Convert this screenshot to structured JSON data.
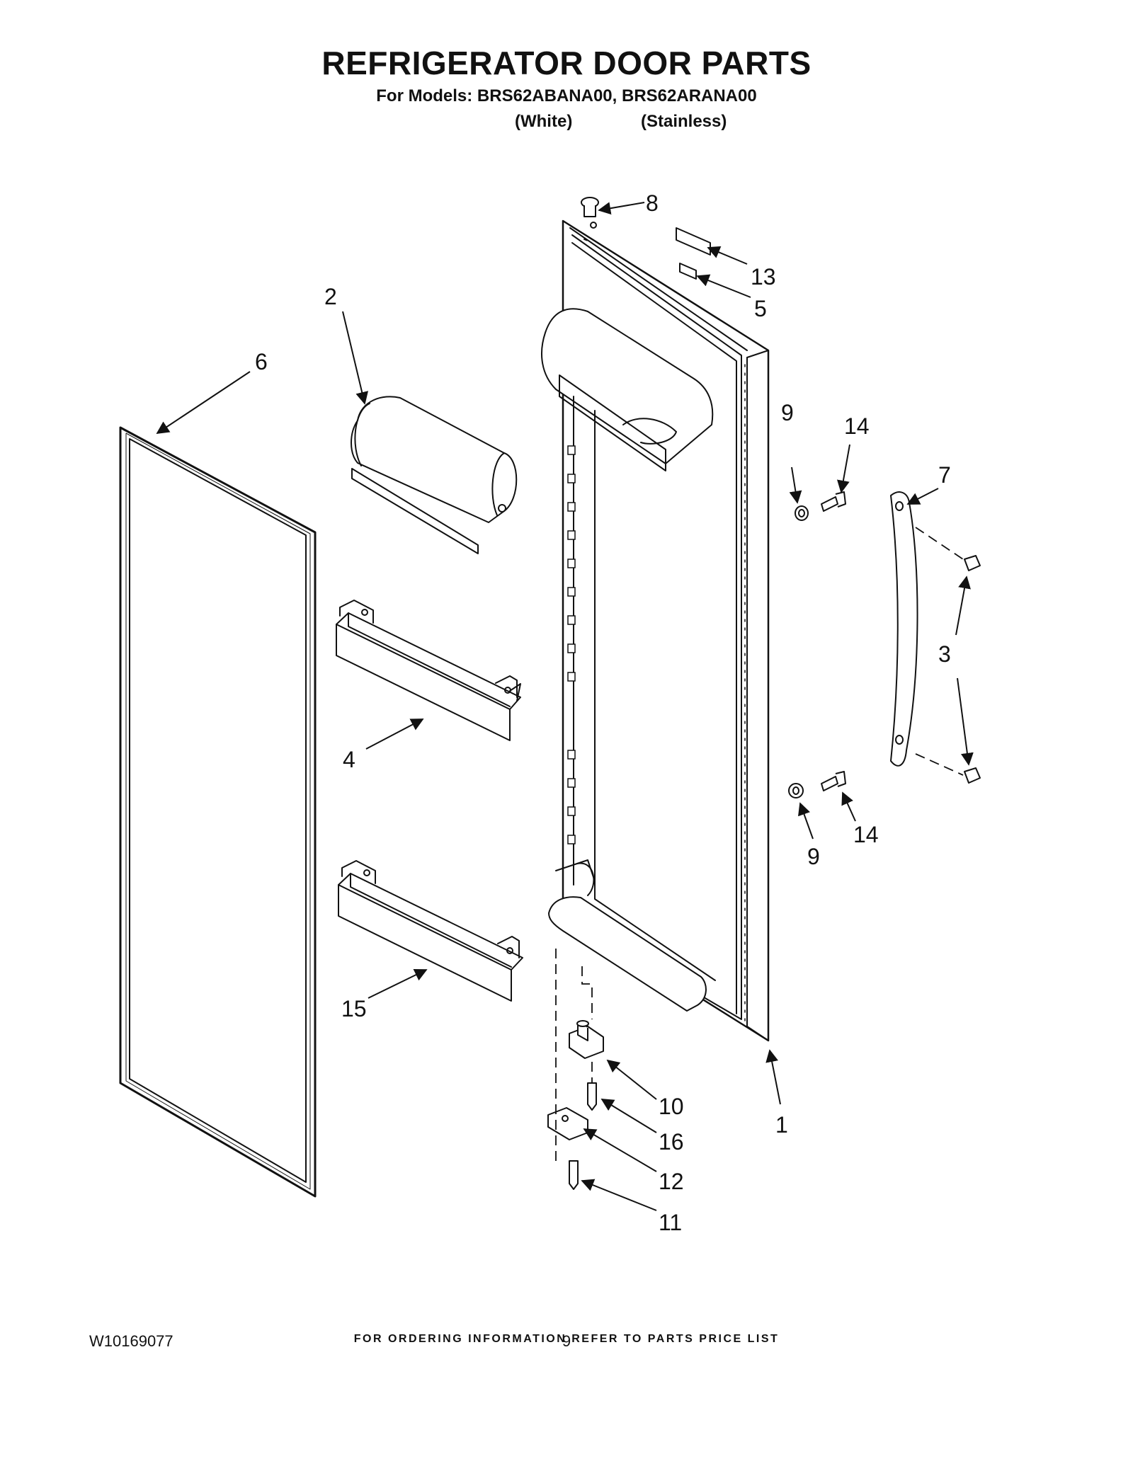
{
  "header": {
    "title": "REFRIGERATOR DOOR PARTS",
    "models_line": "For Models: BRS62ABANA00, BRS62ARANA00",
    "variants": [
      "(White)",
      "(Stainless)"
    ]
  },
  "diagram": {
    "callouts": [
      {
        "id": "c8",
        "label": "8"
      },
      {
        "id": "c13",
        "label": "13"
      },
      {
        "id": "c5",
        "label": "5"
      },
      {
        "id": "c2",
        "label": "2"
      },
      {
        "id": "c6",
        "label": "6"
      },
      {
        "id": "c9a",
        "label": "9"
      },
      {
        "id": "c14a",
        "label": "14"
      },
      {
        "id": "c7",
        "label": "7"
      },
      {
        "id": "c3",
        "label": "3"
      },
      {
        "id": "c4",
        "label": "4"
      },
      {
        "id": "c14b",
        "label": "14"
      },
      {
        "id": "c9b",
        "label": "9"
      },
      {
        "id": "c15",
        "label": "15"
      },
      {
        "id": "c10",
        "label": "10"
      },
      {
        "id": "c1",
        "label": "1"
      },
      {
        "id": "c16",
        "label": "16"
      },
      {
        "id": "c12",
        "label": "12"
      },
      {
        "id": "c11",
        "label": "11"
      }
    ]
  },
  "footer": {
    "note": "FOR ORDERING INFORMATION REFER TO PARTS PRICE LIST",
    "doc_number": "W10169077",
    "page_number": "9"
  }
}
